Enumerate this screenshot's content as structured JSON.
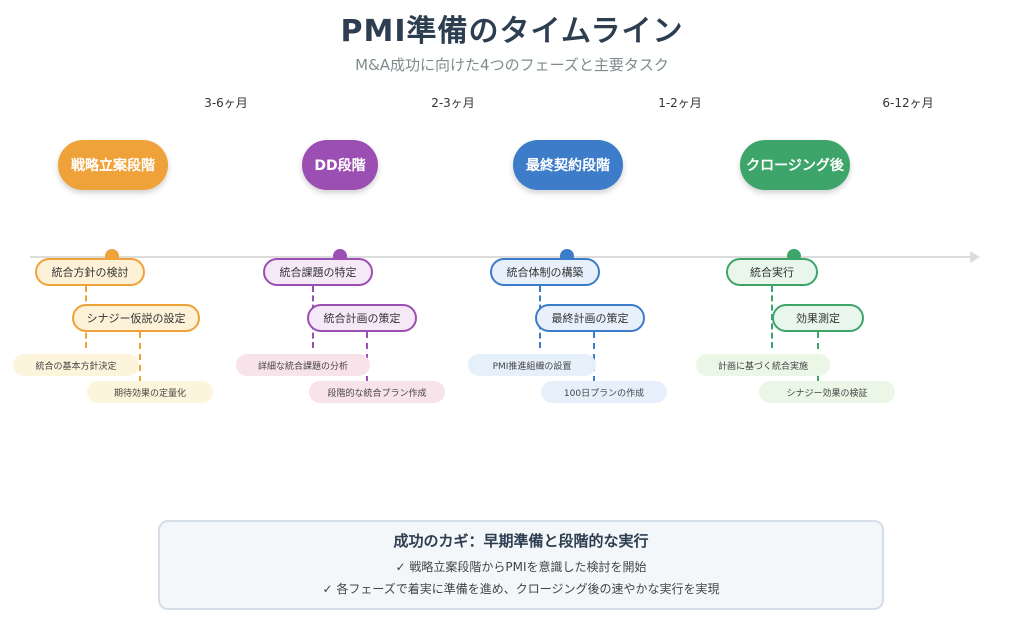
{
  "title": "PMI準備のタイムライン",
  "subtitle": "M&A成功に向けた4つのフェーズと主要タスク",
  "phases": [
    {
      "name": "戦略立案段階",
      "duration": "3-6ヶ月",
      "color": "#f0a23a",
      "tasks": [
        "統合方針の検討",
        "シナジー仮説の設定"
      ],
      "details": [
        "統合の基本方針決定",
        "期待効果の定量化"
      ]
    },
    {
      "name": "DD段階",
      "duration": "2-3ヶ月",
      "color": "#9b4fb3",
      "tasks": [
        "統合課題の特定",
        "統合計画の策定"
      ],
      "details": [
        "詳細な統合課題の分析",
        "段階的な統合プラン作成"
      ]
    },
    {
      "name": "最終契約段階",
      "duration": "1-2ヶ月",
      "color": "#3d7cc9",
      "tasks": [
        "統合体制の構築",
        "最終計画の策定"
      ],
      "details": [
        "PMI推進組織の設置",
        "100日プランの作成"
      ]
    },
    {
      "name": "クロージング後",
      "duration": "6-12ヶ月",
      "color": "#3ea56a",
      "tasks": [
        "統合実行",
        "効果測定"
      ],
      "details": [
        "計画に基づく統合実施",
        "シナジー効果の検証"
      ]
    }
  ],
  "key": {
    "title": "成功のカギ：早期準備と段階的な実行",
    "points": [
      "✓ 戦略立案段階からPMIを意識した検討を開始",
      "✓ 各フェーズで着実に準備を進め、クロージング後の速やかな実行を実現"
    ]
  }
}
